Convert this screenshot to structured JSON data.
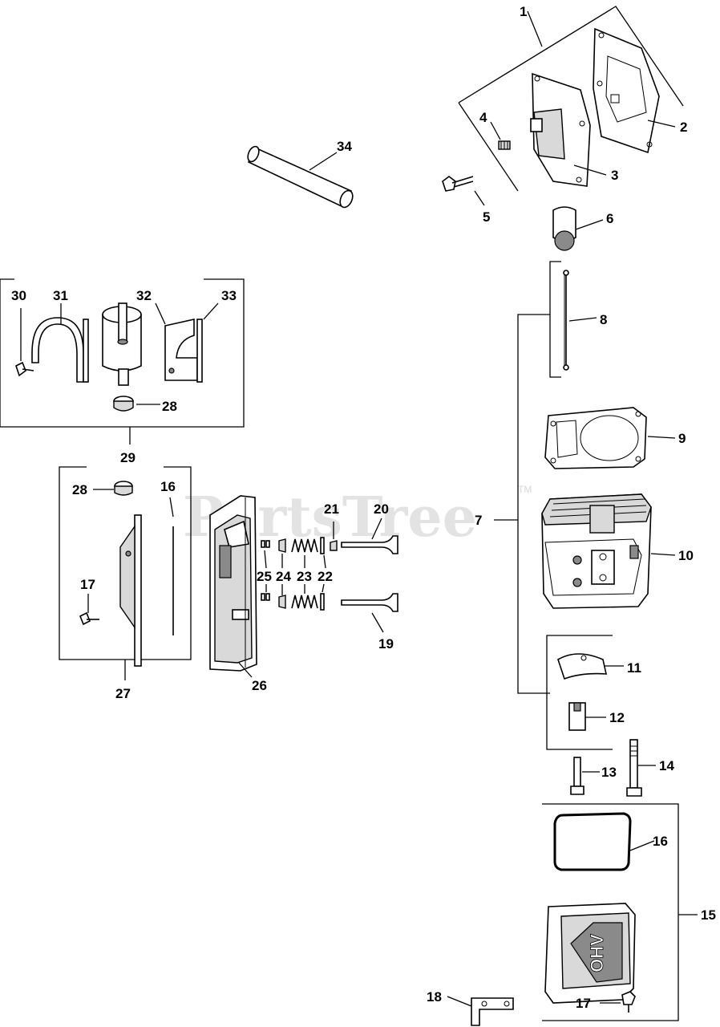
{
  "watermark": {
    "text": "PartsTree",
    "trademark": "TM"
  },
  "callouts": {
    "c1": "1",
    "c2": "2",
    "c3": "3",
    "c4": "4",
    "c5": "5",
    "c6": "6",
    "c7": "7",
    "c8": "8",
    "c9": "9",
    "c10": "10",
    "c11": "11",
    "c12": "12",
    "c13": "13",
    "c14": "14",
    "c15": "15",
    "c16a": "16",
    "c16b": "16",
    "c17a": "17",
    "c17b": "17",
    "c18": "18",
    "c19": "19",
    "c20": "20",
    "c21": "21",
    "c22": "22",
    "c23": "23",
    "c24": "24",
    "c25": "25",
    "c26": "26",
    "c27": "27",
    "c28a": "28",
    "c28b": "28",
    "c29": "29",
    "c30": "30",
    "c31": "31",
    "c32": "32",
    "c33": "33",
    "c34": "34"
  },
  "valve_cover_lettering": "OHV",
  "icons": [
    "breather-cover",
    "gasket",
    "bolt",
    "spring",
    "pipe",
    "push-rod",
    "cylinder-head",
    "rocker-arm",
    "valve",
    "valve-cover",
    "bracket",
    "fuel-filter"
  ]
}
